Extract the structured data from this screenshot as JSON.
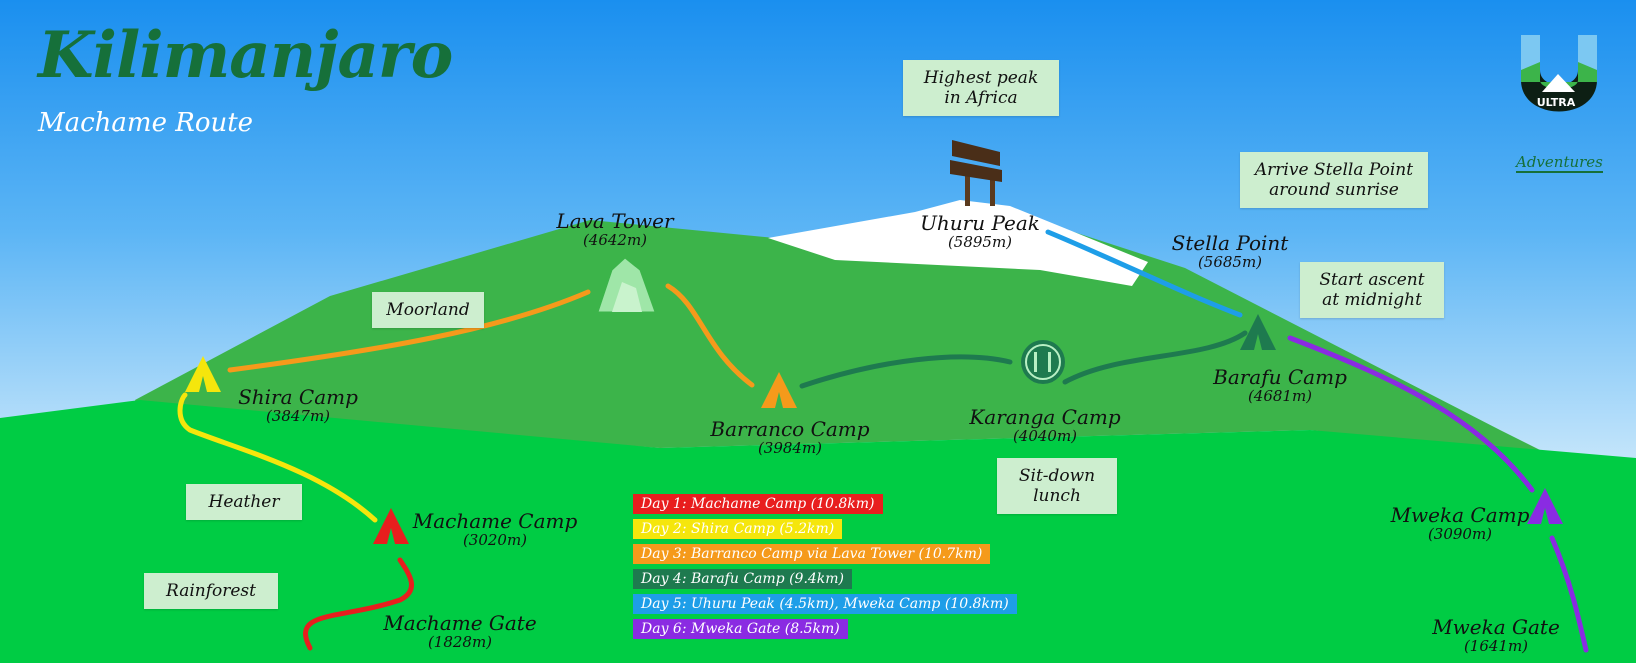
{
  "header": {
    "title": "Kilimanjaro",
    "subtitle": "Machame Route"
  },
  "brand": {
    "badge": "ULTRA",
    "name": "Adventures"
  },
  "colors": {
    "day1": "#e81e1e",
    "day2": "#f5e60c",
    "day3": "#f59a1b",
    "day4": "#1e7a4f",
    "day5": "#1e9ee8",
    "day6": "#8a2be2",
    "mountain": "#3cb44a",
    "ground": "#00cc44",
    "snow": "#ffffff",
    "note_bg": "#cdeecf"
  },
  "waypoints": [
    {
      "name": "Uhuru Peak",
      "elevation": "(5895m)"
    },
    {
      "name": "Stella Point",
      "elevation": "(5685m)"
    },
    {
      "name": "Lava Tower",
      "elevation": "(4642m)"
    },
    {
      "name": "Barafu Camp",
      "elevation": "(4681m)"
    },
    {
      "name": "Karanga Camp",
      "elevation": "(4040m)"
    },
    {
      "name": "Barranco Camp",
      "elevation": "(3984m)"
    },
    {
      "name": "Shira Camp",
      "elevation": "(3847m)"
    },
    {
      "name": "Machame Camp",
      "elevation": "(3020m)"
    },
    {
      "name": "Machame Gate",
      "elevation": "(1828m)"
    },
    {
      "name": "Mweka Camp",
      "elevation": "(3090m)"
    },
    {
      "name": "Mweka Gate",
      "elevation": "(1641m)"
    }
  ],
  "notes": [
    {
      "text": "Highest peak\nin Africa"
    },
    {
      "text": "Arrive Stella Point\naround sunrise"
    },
    {
      "text": "Start ascent\nat midnight"
    },
    {
      "text": "Moorland"
    },
    {
      "text": "Heather"
    },
    {
      "text": "Rainforest"
    },
    {
      "text": "Sit-down\nlunch"
    }
  ],
  "legend": [
    {
      "label": "Day 1: Machame Camp (10.8km)",
      "color": "#e81e1e",
      "text_color": "#ffffff"
    },
    {
      "label": "Day 2: Shira Camp (5.2km)",
      "color": "#f5e60c",
      "text_color": "#ffffff"
    },
    {
      "label": "Day 3: Barranco Camp via Lava Tower (10.7km)",
      "color": "#f59a1b",
      "text_color": "#ffffff"
    },
    {
      "label": "Day 4: Barafu Camp (9.4km)",
      "color": "#1e7a4f",
      "text_color": "#ffffff"
    },
    {
      "label": "Day 5: Uhuru Peak (4.5km), Mweka Camp (10.8km)",
      "color": "#1e9ee8",
      "text_color": "#ffffff"
    },
    {
      "label": "Day 6: Mweka Gate (8.5km)",
      "color": "#8a2be2",
      "text_color": "#ffffff"
    }
  ]
}
